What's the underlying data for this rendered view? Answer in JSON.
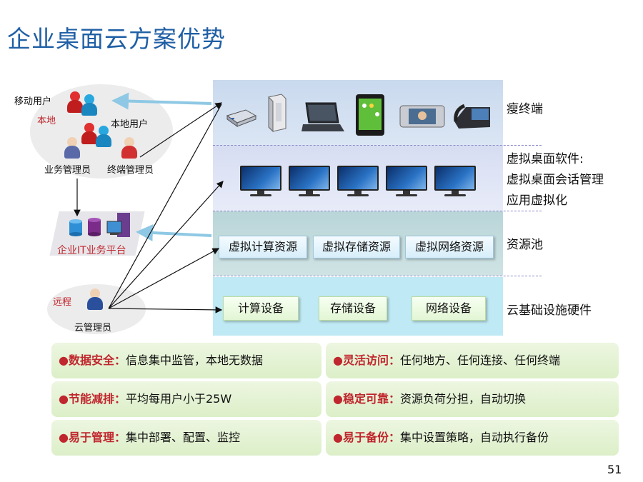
{
  "title": "企业桌面云方案优势",
  "layers": {
    "thin_client": "瘦终端",
    "virtual_desktop": [
      "虚拟桌面软件:",
      "虚拟桌面会话管理",
      "应用虚拟化"
    ],
    "resource_pool": "资源池",
    "infrastructure": "云基础设施硬件"
  },
  "resource_pool_items": [
    "虚拟计算资源",
    "虚拟存储资源",
    "虚拟网络资源"
  ],
  "hardware_items": [
    "计算设备",
    "存储设备",
    "网络设备"
  ],
  "left": {
    "mobile_user": "移动用户",
    "local": "本地",
    "local_user": "本地用户",
    "business_admin": "业务管理员",
    "terminal_admin": "终端管理员",
    "platform": "企业IT业务平台",
    "remote": "远程",
    "cloud_admin": "云管理员"
  },
  "features": [
    {
      "bullet": "●",
      "key": "数据安全",
      "colon": "：",
      "text": "信息集中监管，本地无数据"
    },
    {
      "bullet": "●",
      "key": "灵活访问",
      "colon": "：",
      "text": "任何地方、任何连接、任何终端"
    },
    {
      "bullet": "●",
      "key": "节能减排",
      "colon": "：",
      "text": "平均每用户小于25W"
    },
    {
      "bullet": "●",
      "key": "稳定可靠",
      "colon": "：",
      "text": "资源负荷分担，自动切换"
    },
    {
      "bullet": "●",
      "key": "易于管理",
      "colon": "：",
      "text": "集中部署、配置、监控"
    },
    {
      "bullet": "●",
      "key": "易于备份",
      "colon": "：",
      "text": "集中设置策略，自动执行备份"
    }
  ],
  "page_number": "51",
  "colors": {
    "title": "#1f5fa5",
    "accent_red": "#c0262d",
    "feature_bg": "#e3f2d2",
    "arrow_blue": "#8ec8e4"
  }
}
